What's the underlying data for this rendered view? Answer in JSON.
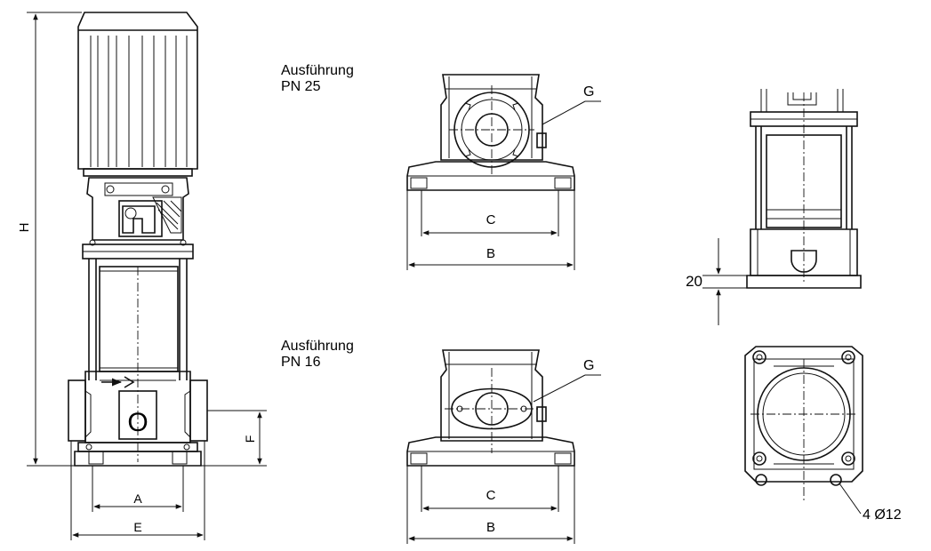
{
  "labels": {
    "H": "H",
    "F": "F",
    "A": "A",
    "E": "E",
    "variant_pn25_line1": "Ausführung",
    "variant_pn25_line2": "PN 25",
    "variant_pn16_line1": "Ausführung",
    "variant_pn16_line2": "PN 16",
    "G_top": "G",
    "G_bottom": "G",
    "C_top": "C",
    "B_top": "B",
    "C_bottom": "C",
    "B_bottom": "B",
    "dim_20": "20",
    "holes": "4 Ø12",
    "port_mark": "O"
  }
}
